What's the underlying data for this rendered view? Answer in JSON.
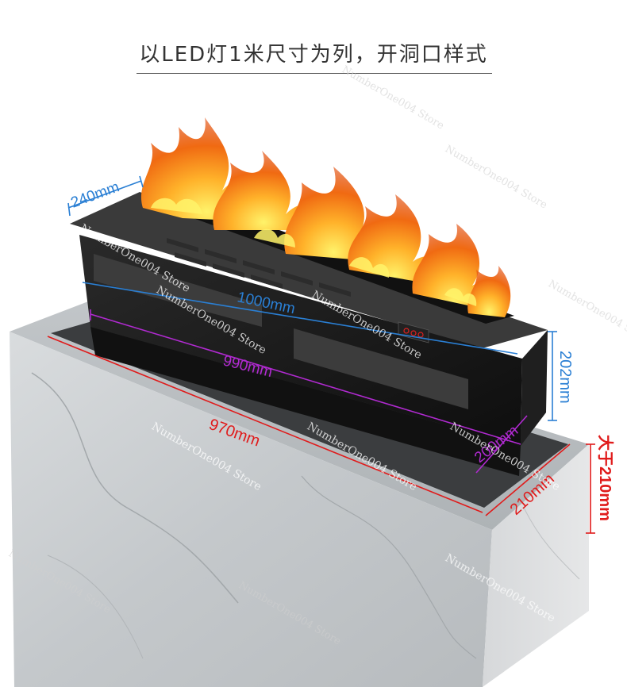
{
  "title": "以LED灯1米尺寸为列，开洞口样式",
  "dimensions": {
    "depth_top": "240mm",
    "length_top": "1000mm",
    "length_bottom": "990mm",
    "height": "202mm",
    "opening_length": "970mm",
    "opening_depth": "200mm",
    "stone_depth": "210mm",
    "stone_height": "大于210mm"
  },
  "watermark": "NumberOne004 Store",
  "colors": {
    "blue_dimension": "#2a7fd4",
    "purple_dimension": "#b02ad0",
    "red_dimension": "#e01b1b",
    "fireplace_body": "#1a1a1a",
    "stone": "#c9ccce"
  },
  "icons": {
    "fire": "flame-graphic",
    "panel_buttons": "red-circle-buttons"
  }
}
